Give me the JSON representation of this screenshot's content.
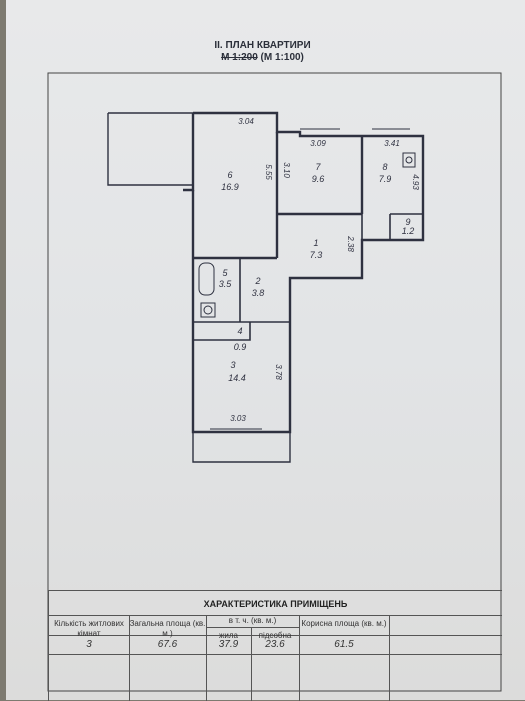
{
  "header": {
    "title": "II. ПЛАН КВАРТИРИ",
    "scale_old": "М 1:200",
    "scale_new": "(М 1:100)"
  },
  "rooms": [
    {
      "num": "6",
      "area": "16.9"
    },
    {
      "num": "7",
      "area": "9.6"
    },
    {
      "num": "8",
      "area": "7.9"
    },
    {
      "num": "9",
      "area": "1.2"
    },
    {
      "num": "1",
      "area": "7.3"
    },
    {
      "num": "5",
      "area": "3.5"
    },
    {
      "num": "2",
      "area": "3.8"
    },
    {
      "num": "4",
      "area": "0.9"
    },
    {
      "num": "3",
      "area": "14.4"
    }
  ],
  "dimensions": [
    "3.04",
    "5.55",
    "3.09",
    "3.10",
    "3.41",
    "4.93",
    "2.38",
    "3.78",
    "3.03"
  ],
  "characteristics": {
    "title": "ХАРАКТЕРИСТИКА ПРИМІЩЕНЬ",
    "col_rooms": "Кількість житлових кімнат",
    "col_total": "Загальна площа (кв. м.)",
    "col_incl": "в т. ч. (кв. м.)",
    "col_living": "жила",
    "col_aux": "підсобна",
    "col_useful": "Корисна площа (кв. м.)",
    "rooms": "3",
    "total": "67.6",
    "living": "37.9",
    "aux": "23.6",
    "useful": "61.5"
  }
}
